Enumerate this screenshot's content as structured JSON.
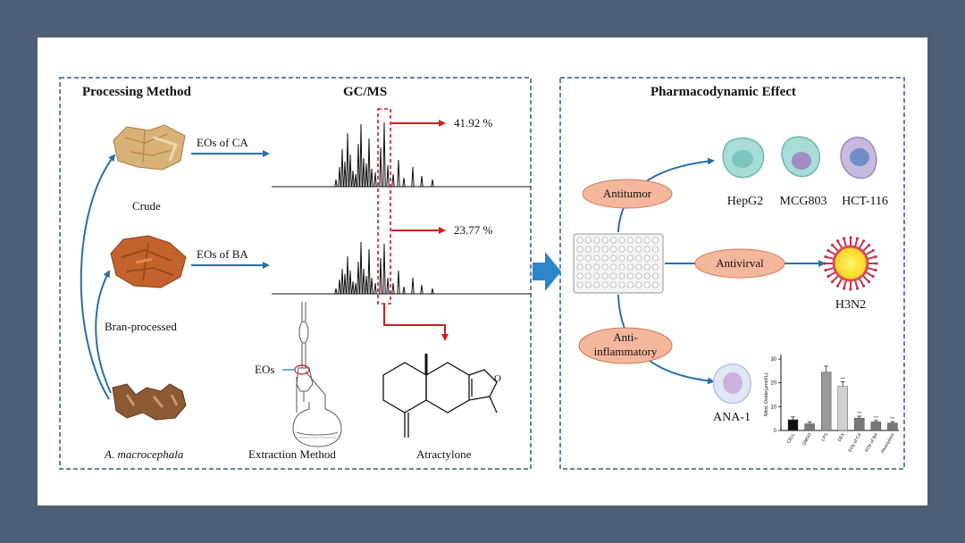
{
  "left_panel": {
    "processing_title": "Processing Method",
    "gcms_title": "GC/MS",
    "eos_ca_label": "EOs of CA",
    "eos_ba_label": "EOs of BA",
    "crude_label": "Crude",
    "bran_label": "Bran-processed",
    "species_label": "A. macrocephala",
    "percent_ca": "41.92 %",
    "percent_ba": "23.77 %",
    "eos_apparatus_label": "EOs",
    "extraction_label": "Extraction Method",
    "atractylone_label": "Atractylone"
  },
  "right_panel": {
    "title": "Pharmacodynamic Effect",
    "antitumor_label": "Antitumor",
    "antivirval_label": "Antivirval",
    "anti_line1": "Anti-",
    "anti_line2": "inflammatory",
    "cell_labels": [
      "HepG2",
      "MCG803",
      "HCT-116"
    ],
    "virus_label": "H3N2",
    "ana_label": "ANA-1"
  },
  "chart_data": {
    "type": "bar",
    "ylabel": "Nitric Oxide(μmol/L)",
    "ylim": [
      0,
      30
    ],
    "yticks": [
      "0",
      "10",
      "20",
      "30"
    ],
    "categories": [
      "CELL",
      "DMSO",
      "LPS",
      "DEX",
      "EOs of CA",
      "EOs of BA",
      "Atractylone"
    ],
    "values": [
      4.5,
      2.8,
      24.5,
      18.5,
      5.2,
      3.6,
      3.1
    ],
    "errors": [
      1.2,
      0.8,
      2.5,
      2.0,
      0.8,
      0.6,
      0.6
    ],
    "significance": [
      "",
      "",
      "",
      "***",
      "***",
      "***",
      "***"
    ],
    "colors": [
      "#111111",
      "#777777",
      "#999999",
      "#d0d0d0",
      "#777777",
      "#777777",
      "#777777"
    ]
  },
  "colors": {
    "flow_arrow": "#2a6fa5",
    "highlight_arrow": "#cc1f1f",
    "panel_border": "#2f5f7c",
    "pill_fill": "#f4b79c",
    "pill_stroke": "#d0775a",
    "big_arrow": "#2a86c8"
  }
}
